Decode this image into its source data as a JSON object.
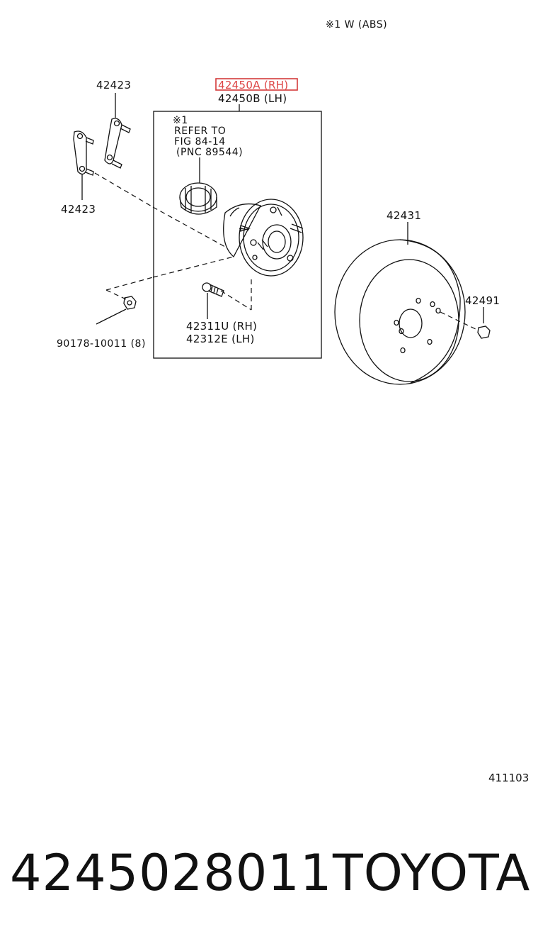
{
  "header_note": "※1  W (ABS)",
  "hub_assembly": {
    "part_rh": "42450A (RH)",
    "part_lh": "42450B (LH)",
    "highlight_color": "#d43a3a"
  },
  "inset_note": {
    "marker": "※1",
    "line1": "REFER TO",
    "line2": "FIG 84-14",
    "line3": "(PNC 89544)"
  },
  "labels": {
    "plate_top": "42423",
    "plate_bottom": "42423",
    "bolt": "90178-10011 (8)",
    "hub_bolt_rh": "42311U (RH)",
    "hub_bolt_lh": "42312E (LH)",
    "disc": "42431",
    "plug": "42491"
  },
  "figure_code": "411103",
  "footer": {
    "part_number": "4245028011",
    "brand": "TOYOTA"
  }
}
